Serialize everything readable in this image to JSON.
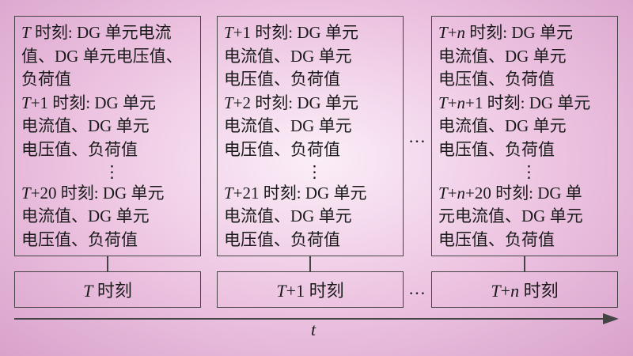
{
  "windows": [
    {
      "lines": [
        "T 时刻: DG 单元电流",
        "值、DG 单元电压值、",
        "负荷值",
        "T+1 时刻: DG 单元",
        "电流值、DG 单元",
        "电压值、负荷值",
        "⋮",
        "T+20 时刻: DG 单元",
        "电流值、DG 单元",
        "电压值、负荷值"
      ],
      "time_label": "T 时刻"
    },
    {
      "lines": [
        "T+1 时刻: DG 单元",
        "电流值、DG 单元",
        "电压值、负荷值",
        "T+2 时刻: DG 单元",
        "电流值、DG 单元",
        "电压值、负荷值",
        "⋮",
        "T+21 时刻: DG 单元",
        "电流值、DG 单元",
        "电压值、负荷值"
      ],
      "time_label": "T+1 时刻"
    },
    {
      "lines": [
        "T+n 时刻: DG 单元",
        "电流值、DG 单元",
        "电压值、负荷值",
        "T+n+1 时刻: DG 单元",
        "电流值、DG 单元",
        "电压值、负荷值",
        "⋮",
        "T+n+20 时刻: DG 单",
        "元电流值、DG 单元",
        "电压值、负荷值"
      ],
      "time_label": "T+n 时刻"
    }
  ],
  "ellipsis": "…",
  "axis_label": "t"
}
